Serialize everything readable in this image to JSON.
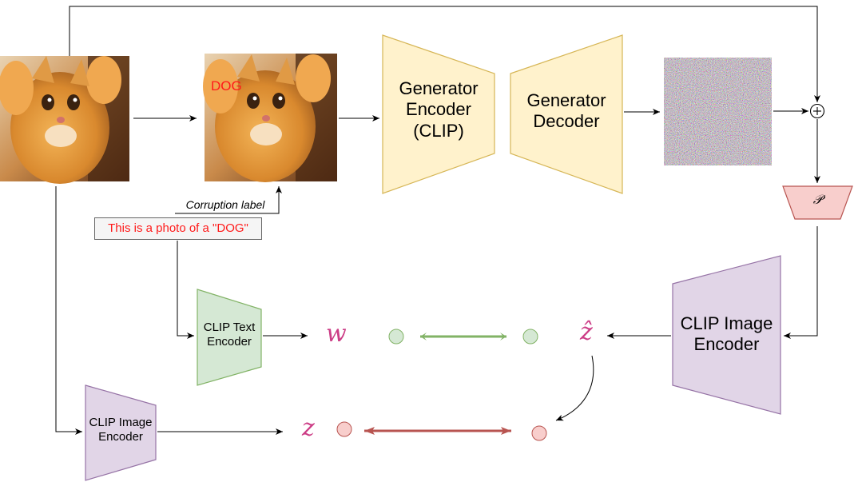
{
  "blocks": {
    "generator_encoder": {
      "label": "Generator\nEncoder\n(CLIP)",
      "fill": "#fff2cc",
      "stroke": "#d6b656"
    },
    "generator_decoder": {
      "label": "Generator\nDecoder",
      "fill": "#fff2cc",
      "stroke": "#d6b656"
    },
    "clip_image_encoder_right": {
      "label": "CLIP Image\nEncoder",
      "fill": "#e1d5e7",
      "stroke": "#9673a6"
    },
    "clip_text_encoder": {
      "label": "CLIP Text\nEncoder",
      "fill": "#d5e8d4",
      "stroke": "#82b366"
    },
    "clip_image_encoder_left": {
      "label": "CLIP Image\nEncoder",
      "fill": "#e1d5e7",
      "stroke": "#9673a6"
    },
    "projection": {
      "label": "𝒫",
      "fill": "#f8cecc",
      "stroke": "#b85450"
    }
  },
  "images": {
    "corrupted_overlay_text": "DOG"
  },
  "text_prompt": "This is a photo of a \"DOG\"",
  "corruption_label": "Corruption label",
  "symbols": {
    "w": "w",
    "z_hat": "ẑ",
    "z": "z",
    "plus": "+"
  },
  "colors": {
    "green_line": "#82b366",
    "red_line": "#b85450",
    "symbol": "#cc3d86",
    "dot_green_fill": "#d5e8d4",
    "dot_red_fill": "#f8cecc"
  }
}
